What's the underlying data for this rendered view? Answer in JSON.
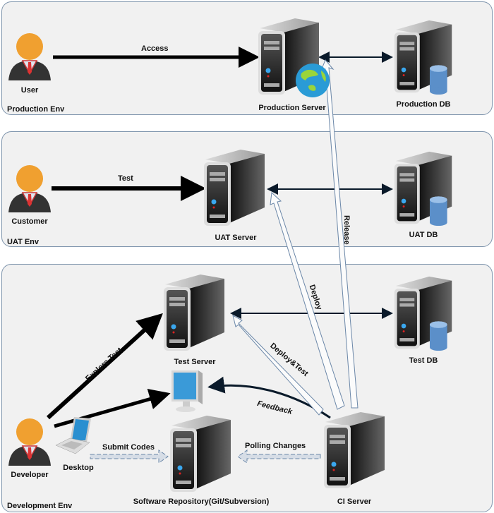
{
  "environments": [
    {
      "id": "production",
      "label": "Production Env"
    },
    {
      "id": "uat",
      "label": "UAT Env"
    },
    {
      "id": "development",
      "label": "Development Env"
    }
  ],
  "nodes": {
    "user": {
      "label": "User",
      "icon": "person-icon"
    },
    "production_server": {
      "label": "Production Server",
      "icon": "web-server-icon"
    },
    "production_db": {
      "label": "Production DB",
      "icon": "database-server-icon"
    },
    "customer": {
      "label": "Customer",
      "icon": "person-icon"
    },
    "uat_server": {
      "label": "UAT Server",
      "icon": "server-icon"
    },
    "uat_db": {
      "label": "UAT DB",
      "icon": "database-server-icon"
    },
    "test_server": {
      "label": "Test Server",
      "icon": "server-icon"
    },
    "test_db": {
      "label": "Test DB",
      "icon": "database-server-icon"
    },
    "developer": {
      "label": "Developer",
      "icon": "person-icon"
    },
    "desktop": {
      "label": "Desktop",
      "icon": "laptop-icon"
    },
    "monitor": {
      "label": "",
      "icon": "monitor-icon"
    },
    "software_repository": {
      "label": "Software Repository(Git/Subversion)",
      "icon": "server-icon"
    },
    "ci_server": {
      "label": "CI Server",
      "icon": "server-icon"
    }
  },
  "edges": [
    {
      "id": "access",
      "label": "Access",
      "from": "user",
      "to": "production_server",
      "style": "thick-solid"
    },
    {
      "id": "prod-db-link",
      "label": "",
      "from": "production_server",
      "to": "production_db",
      "style": "bidirectional"
    },
    {
      "id": "test",
      "label": "Test",
      "from": "customer",
      "to": "uat_server",
      "style": "thick-solid"
    },
    {
      "id": "uat-db-link",
      "label": "",
      "from": "uat_server",
      "to": "uat_db",
      "style": "bidirectional"
    },
    {
      "id": "test-db-link",
      "label": "",
      "from": "test_server",
      "to": "test_db",
      "style": "bidirectional"
    },
    {
      "id": "explore-test",
      "label": "Explore Test",
      "from": "developer",
      "to": "test_server",
      "style": "thick-solid"
    },
    {
      "id": "developer-monitor",
      "label": "",
      "from": "developer",
      "to": "monitor",
      "style": "thick-solid"
    },
    {
      "id": "feedback",
      "label": "Feedback",
      "from": "ci_server",
      "to": "monitor",
      "style": "curved"
    },
    {
      "id": "submit-codes",
      "label": "Submit Codes",
      "from": "desktop",
      "to": "software_repository",
      "style": "dashed-hollow"
    },
    {
      "id": "polling-changes",
      "label": "Polling Changes",
      "from": "ci_server",
      "to": "software_repository",
      "style": "dashed-hollow"
    },
    {
      "id": "deploy-test",
      "label": "Deploy&Test",
      "from": "ci_server",
      "to": "test_server",
      "style": "hollow"
    },
    {
      "id": "deploy",
      "label": "Deploy",
      "from": "ci_server",
      "to": "uat_server",
      "style": "hollow"
    },
    {
      "id": "release",
      "label": "Release",
      "from": "ci_server",
      "to": "production_server",
      "style": "hollow"
    }
  ],
  "colors": {
    "env_fill": "#f1f1f1",
    "env_border": "#7f95ad",
    "hollow_arrow_stroke": "#6b87a8",
    "dashed_arrow_fill": "#d6dde6",
    "person_head": "#f0a030",
    "db_cylinder": "#5b8fc9"
  }
}
